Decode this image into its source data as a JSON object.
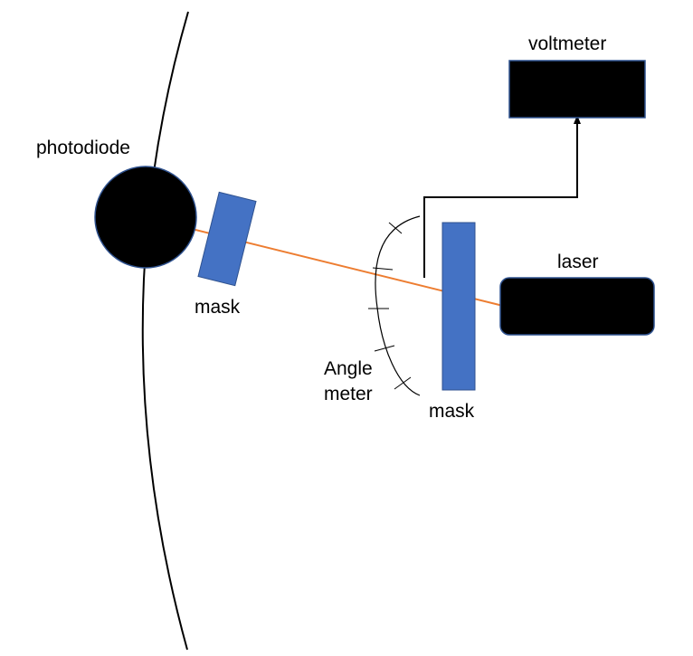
{
  "labels": {
    "photodiode": "photodiode",
    "mask_left": "mask",
    "angle_meter_line1": "Angle",
    "angle_meter_line2": "meter",
    "mask_right": "mask",
    "laser": "laser",
    "voltmeter": "voltmeter"
  },
  "colors": {
    "background": "#ffffff",
    "ink": "#000000",
    "mask_fill": "#4472c4",
    "mask_stroke": "#2f528f",
    "beam": "#ed7d31",
    "device_fill": "#000000",
    "device_stroke": "#2f528f"
  }
}
